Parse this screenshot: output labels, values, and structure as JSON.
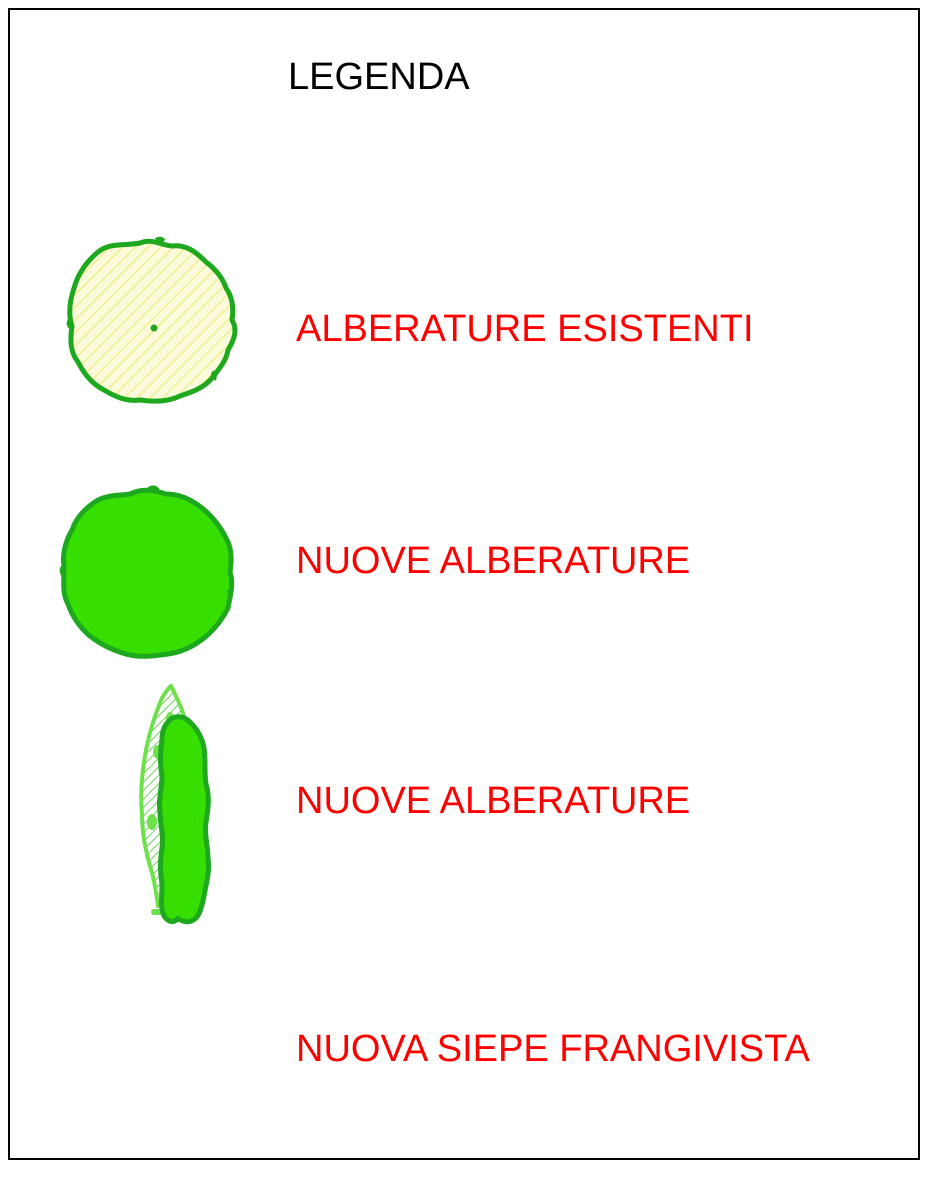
{
  "legend": {
    "title": "LEGENDA",
    "items": [
      {
        "label": "ALBERATURE ESISTENTI",
        "symbol": "existing-tree-icon"
      },
      {
        "label": "NUOVE ALBERATURE",
        "symbol": "new-tree-icon"
      },
      {
        "label": "NUOVE ALBERATURE",
        "symbol": "cypress-tree-icon"
      },
      {
        "label": "NUOVA SIEPE FRANGIVISTA",
        "symbol": "hedge-icon"
      }
    ]
  },
  "colors": {
    "title": "#000000",
    "label": "#ff0000",
    "outline_green": "#1ea81e",
    "fill_green": "#36df00",
    "hatch_yellow": "#e8e85a",
    "light_green": "#6de04a"
  }
}
